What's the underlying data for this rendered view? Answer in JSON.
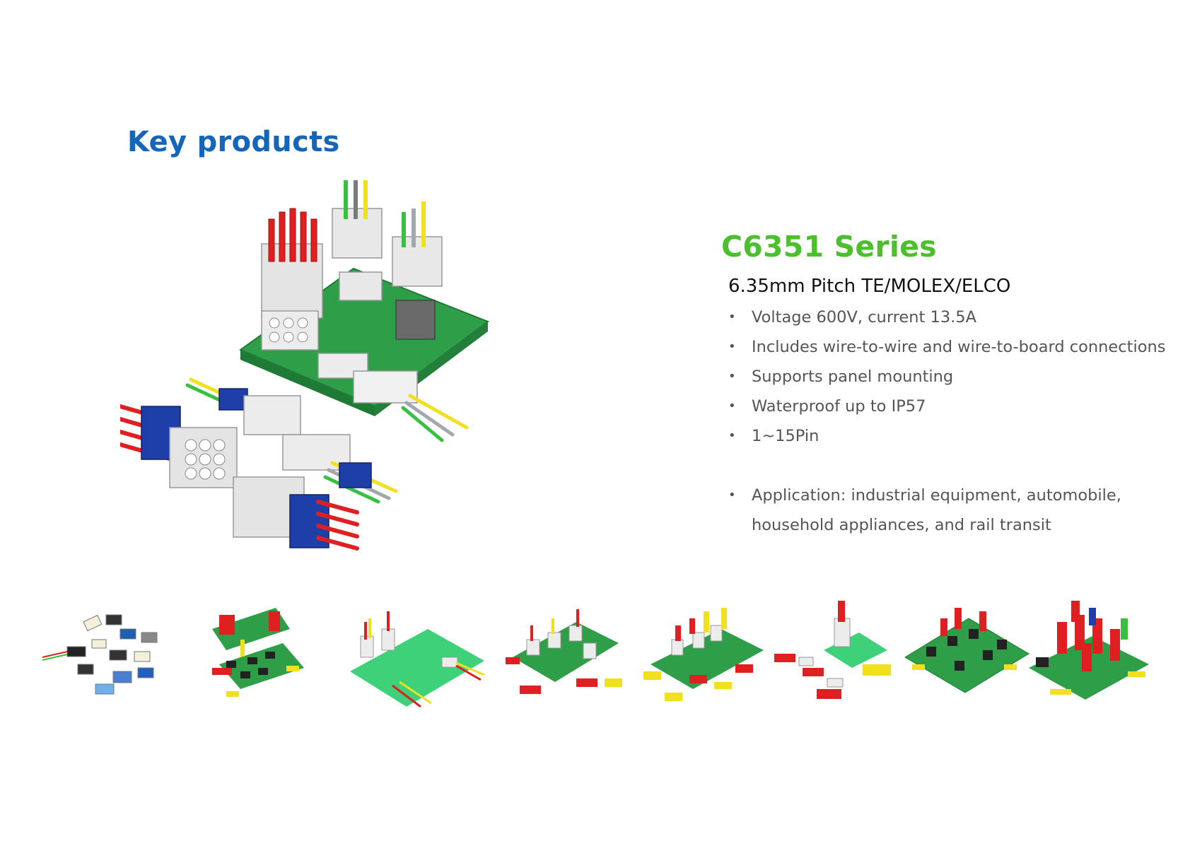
{
  "page": {
    "title": "Key products"
  },
  "series": {
    "title": "C6351 Series",
    "subtitle": "6.35mm Pitch TE/MOLEX/ELCO",
    "features": [
      "Voltage 600V, current 13.5A",
      "Includes wire-to-wire and wire-to-board connections",
      "Supports panel mounting",
      "Waterproof up to IP57",
      "1~15Pin"
    ],
    "application": "Application: industrial equipment, automobile, household appliances, and rail transit",
    "bullet": "•"
  },
  "colors": {
    "title_blue": "#1565b8",
    "series_green": "#4cbf2c",
    "pcb_green": "#2e9e48",
    "housing_white": "#e8e8e8",
    "wire_red": "#e02020",
    "wire_yellow": "#f0e020",
    "wire_green": "#38c040",
    "wire_gray": "#a0a8b0",
    "seal_blue": "#1f3fa8"
  },
  "images": {
    "hero": "connector-assembly-illustration",
    "thumbnails": [
      "connector-family-thumbnail-1",
      "connector-family-thumbnail-2",
      "connector-family-thumbnail-3",
      "connector-family-thumbnail-4",
      "connector-family-thumbnail-5",
      "connector-family-thumbnail-6",
      "connector-family-thumbnail-7",
      "connector-family-thumbnail-8"
    ]
  }
}
